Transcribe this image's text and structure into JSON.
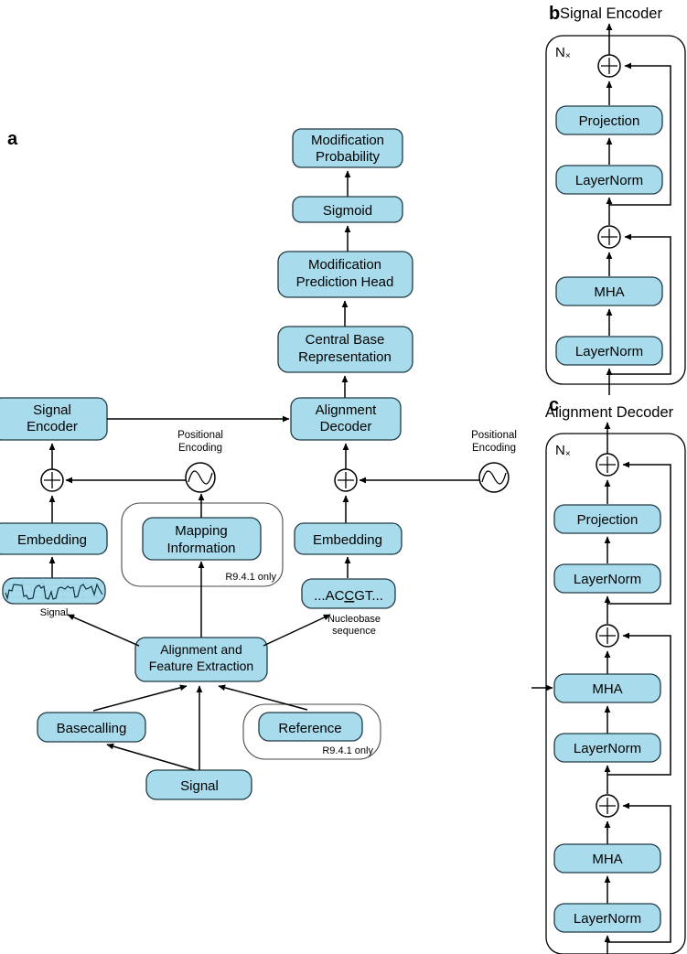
{
  "figure": {
    "panels": [
      {
        "letter": "a",
        "title": ""
      },
      {
        "letter": "b",
        "title": "Signal Encoder"
      },
      {
        "letter": "c",
        "title": "Alignment Decoder"
      }
    ],
    "colors": {
      "box_fill": "#a8dced",
      "box_stroke": "#1f3a44",
      "line": "#000000",
      "container_stroke": "#4a4a4a"
    }
  },
  "panel_a": {
    "letter": "a",
    "boxes": {
      "modification_probability": "Modification\nProbability",
      "modification_probability_l1": "Modification",
      "modification_probability_l2": "Probability",
      "sigmoid": "Sigmoid",
      "modification_prediction_head_l1": "Modification",
      "modification_prediction_head_l2": "Prediction Head",
      "central_base_representation_l1": "Central Base",
      "central_base_representation_l2": "Representation",
      "signal_encoder_l1": "Signal",
      "signal_encoder_l2": "Encoder",
      "alignment_decoder_l1": "Alignment",
      "alignment_decoder_l2": "Decoder",
      "embedding_left": "Embedding",
      "embedding_right": "Embedding",
      "mapping_information_l1": "Mapping",
      "mapping_information_l2": "Information",
      "nucleobase_box_pre": "...AC",
      "nucleobase_box_center": "C",
      "nucleobase_box_post": "GT...",
      "nucleobase_box_full": "...ACCGT...",
      "alignment_feature_extraction_l1": "Alignment and",
      "alignment_feature_extraction_l2": "Feature Extraction",
      "basecalling": "Basecalling",
      "reference": "Reference",
      "signal_bottom": "Signal"
    },
    "annotations": {
      "positional_encoding_left_l1": "Positional",
      "positional_encoding_left_l2": "Encoding",
      "positional_encoding_right_l1": "Positional",
      "positional_encoding_right_l2": "Encoding",
      "signal_caption": "Signal",
      "nucleobase_caption_l1": "Nucleobase",
      "nucleobase_caption_l2": "sequence",
      "r941_mapping": "R9.4.1 only",
      "r941_reference": "R9.4.1 only"
    },
    "icons": {
      "add_node": "plus-circle-icon",
      "positional_encoding": "sine-wave-circle-icon",
      "signal_trace": "signal-waveform-icon"
    }
  },
  "panel_b": {
    "letter": "b",
    "title": "Signal Encoder",
    "repeat_label": "N",
    "repeat_suffix": "×",
    "blocks": [
      {
        "label": "Projection"
      },
      {
        "label": "LayerNorm"
      },
      {
        "label": "MHA"
      },
      {
        "label": "LayerNorm"
      }
    ],
    "add_nodes": 2
  },
  "panel_c": {
    "letter": "c",
    "title": "Alignment Decoder",
    "repeat_label": "N",
    "repeat_suffix": "×",
    "blocks": [
      {
        "label": "Projection"
      },
      {
        "label": "LayerNorm"
      },
      {
        "label": "MHA"
      },
      {
        "label": "LayerNorm"
      },
      {
        "label": "MHA"
      },
      {
        "label": "LayerNorm"
      }
    ],
    "add_nodes": 3
  }
}
